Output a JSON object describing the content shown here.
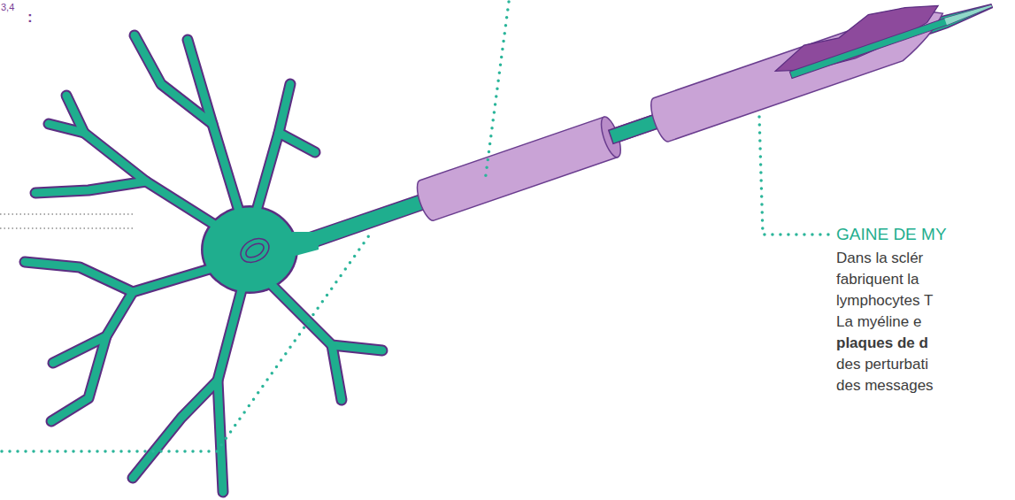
{
  "diagram": {
    "labels": [
      "3,4",
      ":",
      "GAINE DE MY",
      "Dans la sclér",
      "fabriquent la",
      "lymphocytes T",
      "La myéline e",
      "plaques de d",
      "des perturbati",
      "des messages"
    ]
  }
}
